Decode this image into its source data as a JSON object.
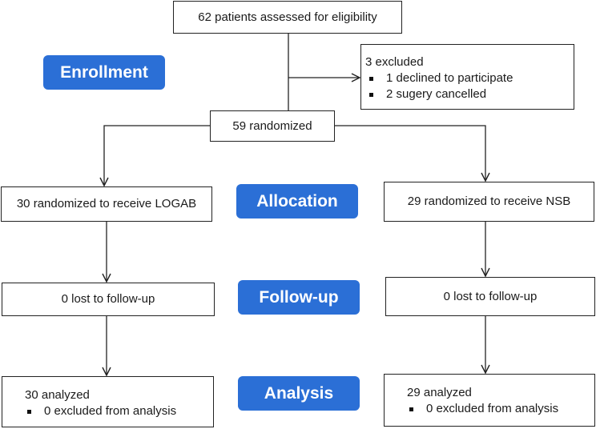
{
  "boxes": {
    "assessed": "62 patients assessed for eligibility",
    "excluded": {
      "title": "3 excluded",
      "items": [
        "1 declined to participate",
        "2 sugery cancelled"
      ]
    },
    "randomized": "59 randomized",
    "logab": "30 randomized to receive LOGAB",
    "nsb": "29 randomized to receive NSB",
    "left_followup": "0 lost to follow-up",
    "right_followup": "0 lost to follow-up",
    "left_analysis": {
      "title": "30 analyzed",
      "items": [
        "0 excluded from analysis"
      ]
    },
    "right_analysis": {
      "title": "29 analyzed",
      "items": [
        "0 excluded from analysis"
      ]
    }
  },
  "stages": {
    "enrollment": "Enrollment",
    "allocation": "Allocation",
    "followup": "Follow-up",
    "analysis": "Analysis"
  },
  "colors": {
    "stage_label": "#2b6fd6",
    "border": "#222222"
  }
}
